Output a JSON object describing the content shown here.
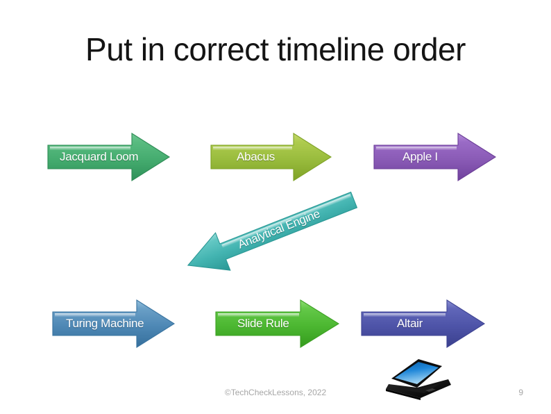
{
  "slide": {
    "title": "Put in correct timeline order",
    "background": "#ffffff",
    "page_number": "9",
    "copyright": "©TechCheckLessons, 2022"
  },
  "arrows": [
    {
      "label": "Jacquard Loom",
      "name": "arrow-jacquard-loom",
      "color_light": "#6FC792",
      "color_mid": "#47AE72",
      "color_dark": "#2E9159",
      "row": "top",
      "column": 1,
      "direction": "right"
    },
    {
      "label": "Abacus",
      "name": "arrow-abacus",
      "color_light": "#BBD15E",
      "color_mid": "#9ABD3E",
      "color_dark": "#7FA227",
      "row": "top",
      "column": 2,
      "direction": "right"
    },
    {
      "label": "Apple I",
      "name": "arrow-apple-i",
      "color_light": "#A87BD0",
      "color_mid": "#8B5CB8",
      "color_dark": "#70419D",
      "row": "top",
      "column": 3,
      "direction": "right"
    },
    {
      "label": "Analytical Engine",
      "name": "arrow-analytical-engine",
      "color_light": "#7FD3CE",
      "color_mid": "#41B3B0",
      "color_dark": "#2A9794",
      "row": "middle",
      "column": 0,
      "direction": "left",
      "rotation_deg": -21.5
    },
    {
      "label": "Turing Machine",
      "name": "arrow-turing-machine",
      "color_light": "#7FB2D6",
      "color_mid": "#4E88B5",
      "color_dark": "#356F9C",
      "row": "bottom",
      "column": 1,
      "direction": "right"
    },
    {
      "label": "Slide Rule",
      "name": "arrow-slide-rule",
      "color_light": "#7BD45F",
      "color_mid": "#4CB731",
      "color_dark": "#349B1D",
      "row": "bottom",
      "column": 2,
      "direction": "right"
    },
    {
      "label": "Altair",
      "name": "arrow-altair",
      "color_light": "#7A7FC4",
      "color_mid": "#4E54A8",
      "color_dark": "#3A3F8D",
      "row": "bottom",
      "column": 3,
      "direction": "right"
    }
  ],
  "laptop": {
    "name": "laptop-image",
    "screen_color": "#1277c8",
    "body_color": "#141414"
  }
}
